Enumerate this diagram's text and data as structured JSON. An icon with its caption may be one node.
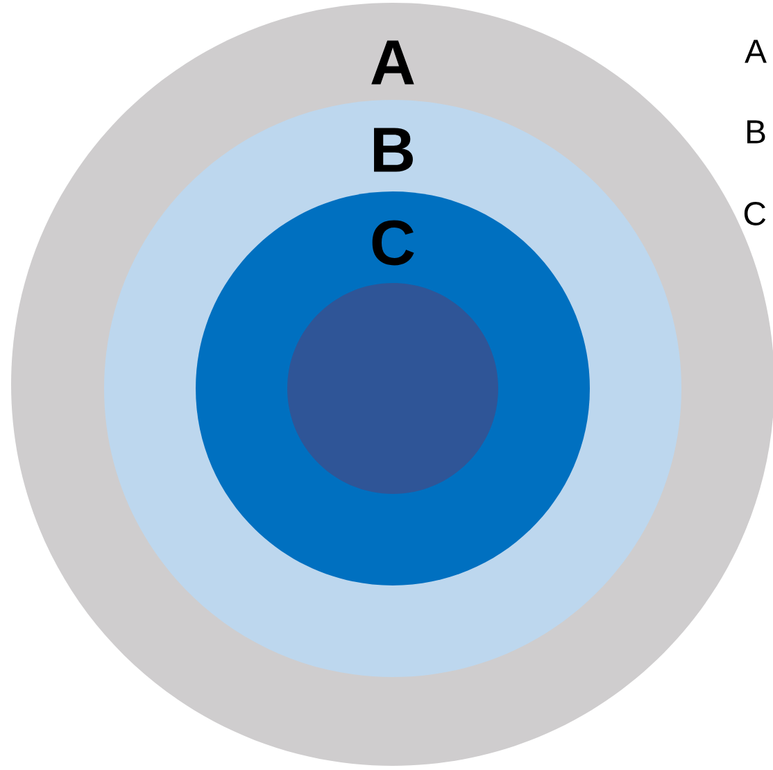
{
  "diagram": {
    "nodes": [
      {
        "text": [
          "A"
        ]
      },
      {
        "text": [
          "B"
        ],
        "in": 0
      },
      {
        "text": [
          "C"
        ],
        "in": 1
      },
      {
        "text": [],
        "shape": "circle",
        "in": 2
      }
    ],
    "labels": [
      "A",
      "B",
      "C"
    ]
  }
}
